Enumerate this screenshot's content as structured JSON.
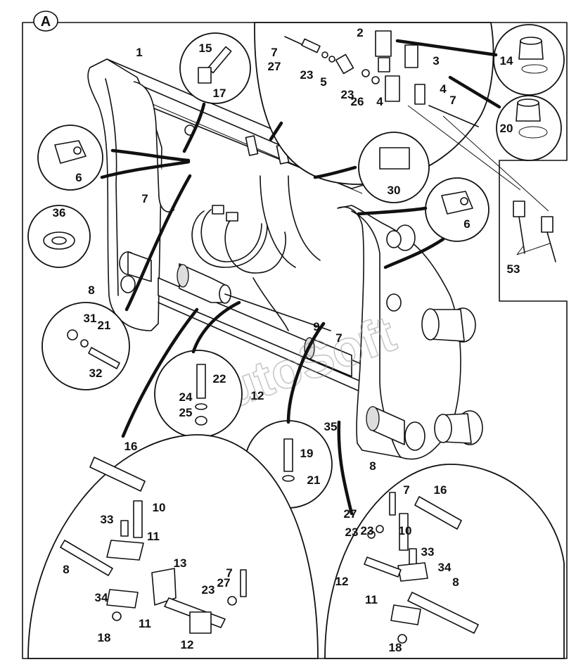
{
  "diagram": {
    "view_label": "A",
    "watermark": "AutoSoft",
    "part_labels": [
      "1",
      "2",
      "3",
      "4",
      "4",
      "5",
      "6",
      "6",
      "7",
      "7",
      "7",
      "7",
      "7",
      "7",
      "8",
      "8",
      "8",
      "8",
      "9",
      "10",
      "10",
      "11",
      "11",
      "11",
      "12",
      "12",
      "12",
      "13",
      "14",
      "15",
      "16",
      "16",
      "17",
      "18",
      "18",
      "19",
      "20",
      "21",
      "21",
      "22",
      "23",
      "23",
      "23",
      "23",
      "23",
      "24",
      "25",
      "26",
      "27",
      "27",
      "27",
      "30",
      "31",
      "32",
      "33",
      "33",
      "34",
      "34",
      "35",
      "36",
      "53"
    ]
  }
}
